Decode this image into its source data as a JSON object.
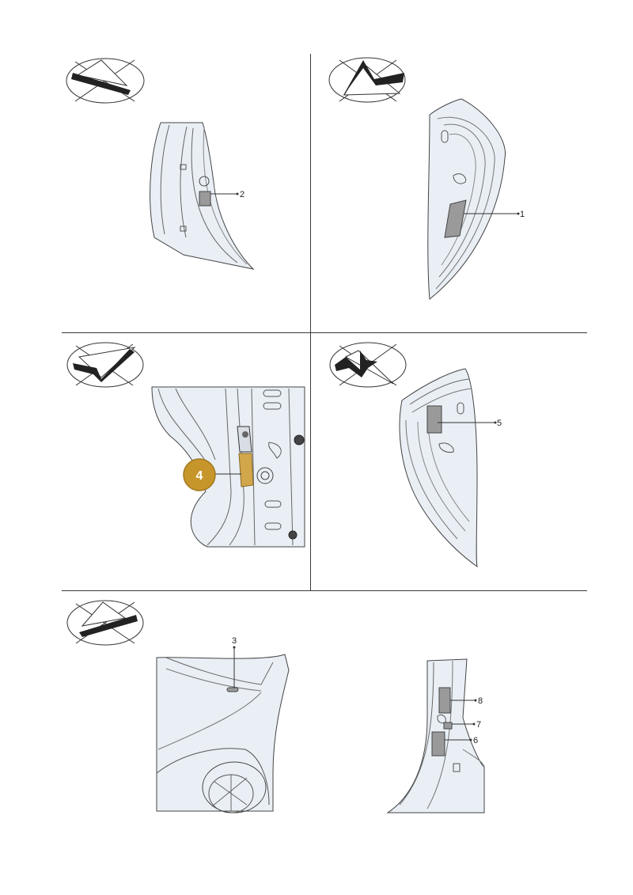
{
  "callouts": {
    "c1": "1",
    "c2": "2",
    "c3": "3",
    "c4": "4",
    "c5": "5",
    "c6": "6",
    "c7": "7",
    "c8": "8"
  },
  "colors": {
    "highlight_badge": "#c7962b",
    "highlight_label": "#d2a64b",
    "line": "#333333",
    "panel_fill": "#e9eff5"
  },
  "icons": {
    "view_top_left": "view-direction-icon",
    "view_top_right": "view-direction-icon",
    "view_mid_left": "view-direction-icon",
    "view_mid_right": "view-direction-icon",
    "view_bottom": "view-direction-icon"
  }
}
